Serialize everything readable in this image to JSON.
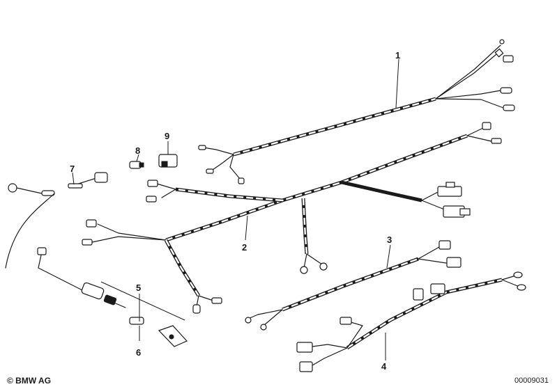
{
  "callouts": {
    "c1": "1",
    "c2": "2",
    "c3": "3",
    "c4": "4",
    "c5": "5",
    "c6": "6",
    "c7": "7",
    "c8": "8",
    "c9": "9"
  },
  "footer": {
    "copyright": "© BMW AG",
    "drawing_number": "00009031"
  }
}
